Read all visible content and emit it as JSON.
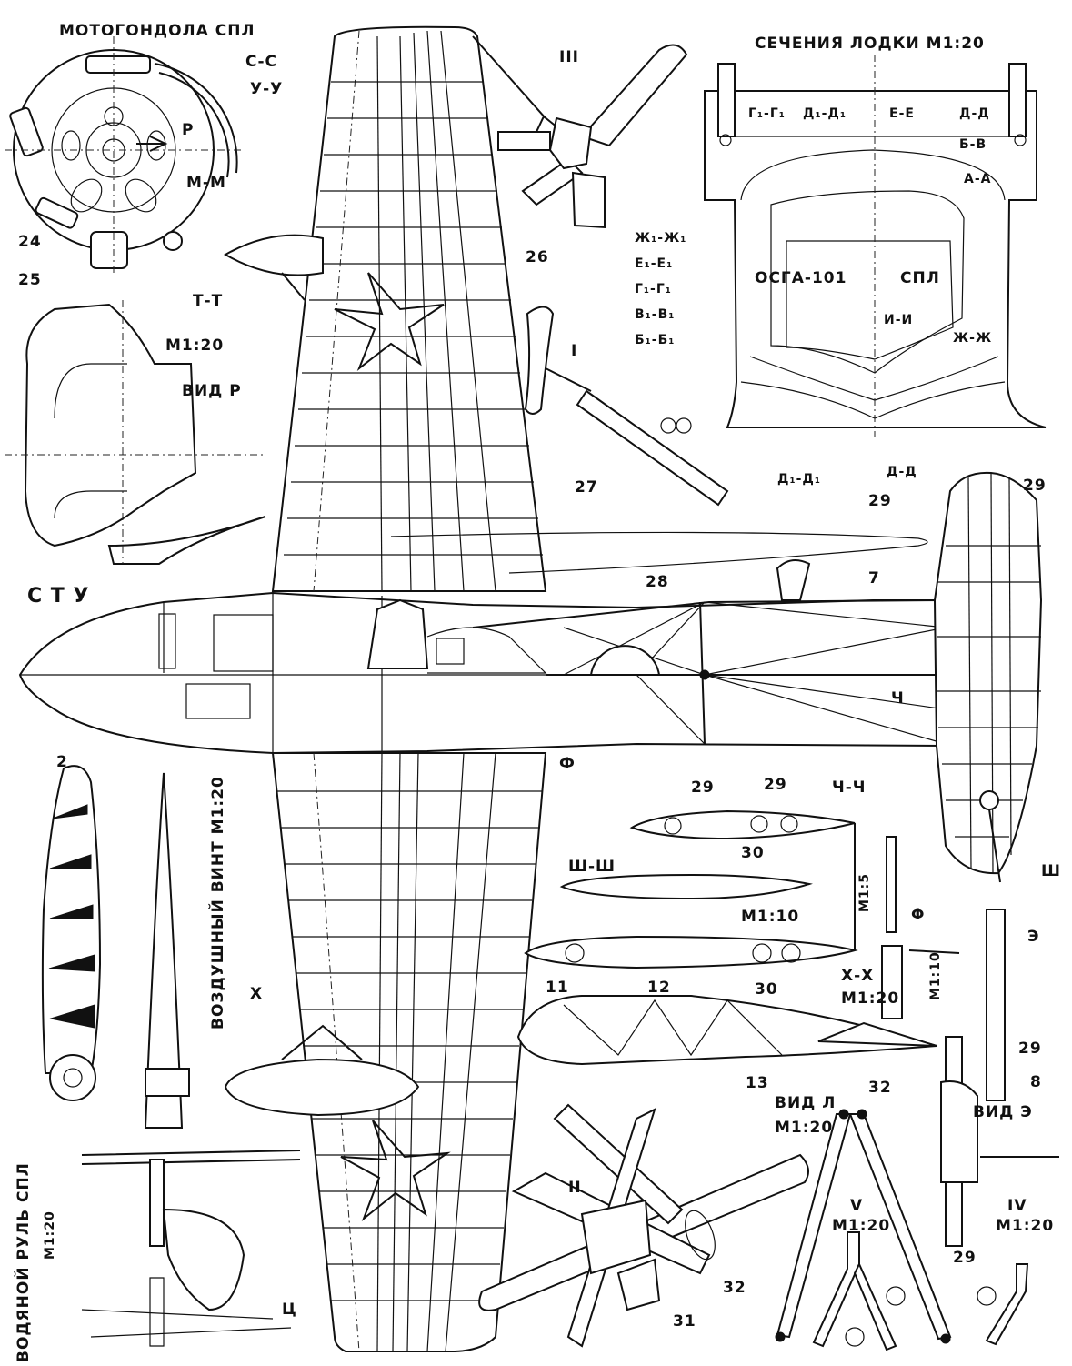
{
  "titles": {
    "nacelle": "МОТОГОНДОЛА СПЛ",
    "hull_sections": "СЕЧЕНИЯ ЛОДКИ М1:20",
    "view_r": "ВИД Р",
    "scale_view_r": "М1:20",
    "propeller": "ВОЗДУШНЫЙ ВИНТ М1:20",
    "water_rudder": "ВОДЯНОЙ РУЛЬ СПЛ",
    "water_rudder_scale": "М1:20",
    "view_l": "ВИД Л",
    "view_l_scale": "М1:20",
    "view_e": "ВИД Э",
    "detail_v": "V",
    "detail_v_scale": "М1:20",
    "detail_iv": "IV",
    "detail_iv_scale": "М1:20",
    "section_x": "Х-Х",
    "section_x_scale": "М1:20",
    "section_ch": "Ч-Ч",
    "section_sh": "Ш-Ш",
    "scale_m110": "М1:10",
    "scale_m15": "М1:5",
    "scale_m110_vert": "М1:10"
  },
  "nacelle_labels": [
    "С-С",
    "У-У",
    "Р",
    "М-М",
    "Т-Т",
    "24",
    "25"
  ],
  "hull_section_labels": {
    "top": [
      "Г₁-Г₁",
      "Д₁-Д₁",
      "Е-Е",
      "Д-Д"
    ],
    "right": [
      "Б-В",
      "А-А"
    ],
    "left": [
      "Ж₁-Ж₁",
      "Е₁-Е₁",
      "Г₁-Г₁",
      "В₁-В₁",
      "Б₁-Б₁"
    ],
    "center_left": "ОСГА-101",
    "center_right": "СПЛ",
    "inner": [
      "И-И",
      "Ж-Ж"
    ],
    "bottom": [
      "Д₁-Д₁",
      "Д-Д"
    ]
  },
  "plan_labels": {
    "cut_row": "С  Т  У",
    "ch": "Ч",
    "f": "Ф",
    "kh": "Х",
    "ts": "Ц",
    "sh": "Ш",
    "e": "Э",
    "phi_small": "Φ"
  },
  "detail_labels": [
    "III",
    "I",
    "II"
  ],
  "part_numbers": [
    "26",
    "27",
    "7",
    "28",
    "29",
    "29",
    "2",
    "29",
    "29",
    "30",
    "30",
    "11",
    "12",
    "13",
    "29",
    "8",
    "32",
    "32",
    "31",
    "29"
  ]
}
